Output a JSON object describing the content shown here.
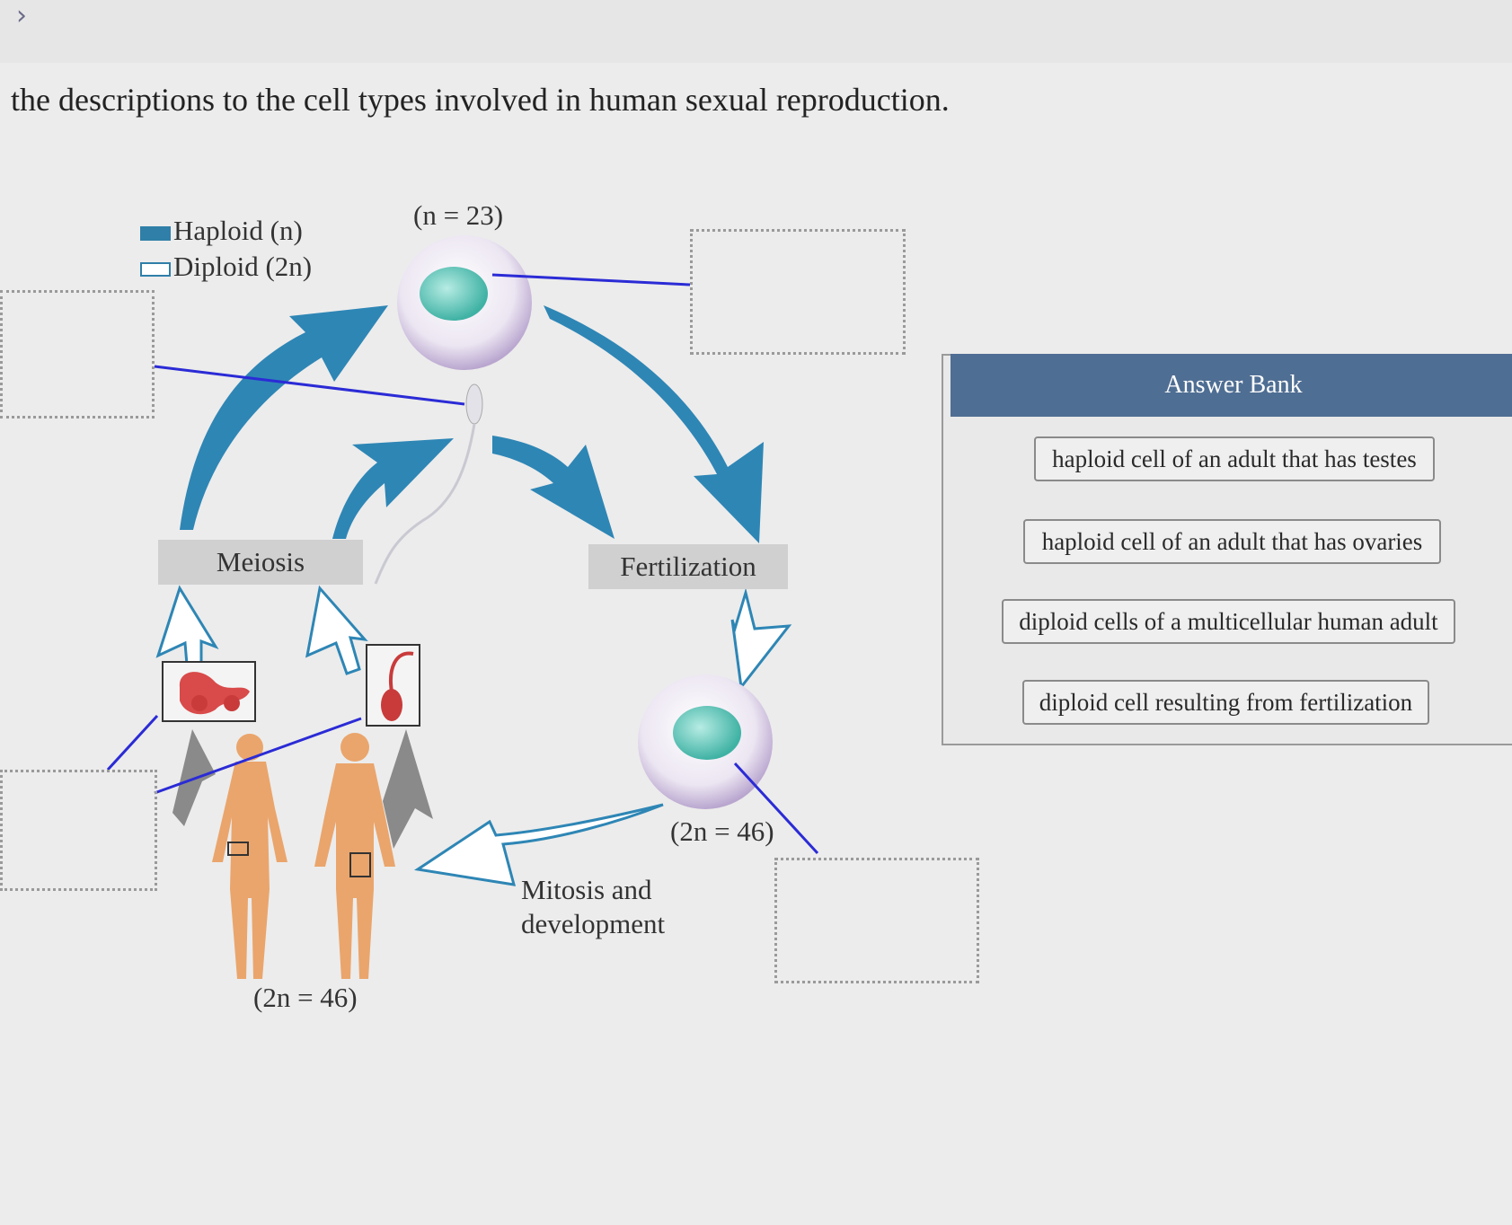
{
  "instruction": "the descriptions to the cell types involved in human sexual reproduction.",
  "legend": {
    "haploid": "Haploid (n)",
    "diploid": "Diploid (2n)",
    "haploid_color": "#2f7fa8"
  },
  "labels": {
    "egg_count": "(n = 23)",
    "meiosis": "Meiosis",
    "fertilization": "Fertilization",
    "zygote_count": "(2n = 46)",
    "adult_count": "(2n = 46)",
    "mitosis_line1": "Mitosis and",
    "mitosis_line2": "development"
  },
  "answer_bank": {
    "title": "Answer Bank",
    "items": [
      "haploid cell of an adult that has testes",
      "haploid cell of an adult that has ovaries",
      "diploid cells of a multicellular human adult",
      "diploid cell resulting from fertilization"
    ]
  },
  "colors": {
    "arrow": "#2e86b5",
    "connector": "#2b2bd6",
    "bank_header": "#4f6e93"
  }
}
